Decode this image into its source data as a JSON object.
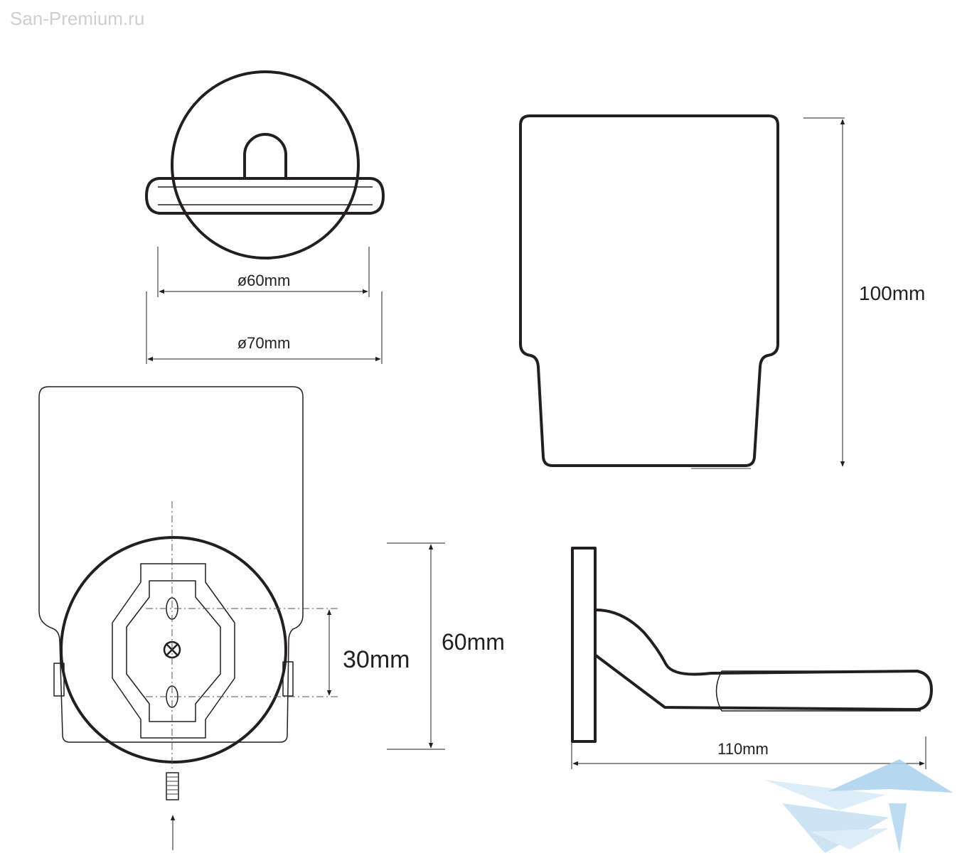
{
  "watermark": {
    "text": "San-Premium.ru",
    "color": "#cfcfcf"
  },
  "dimensions": {
    "inner_diameter": "ø60mm",
    "outer_diameter": "ø70mm",
    "height": "100mm",
    "hole_spacing": "30mm",
    "base_height": "60mm",
    "depth": "110mm"
  },
  "colors": {
    "line": "#231f20",
    "logo_light": "#d8ebf7",
    "logo_mid": "#a9d2ee"
  }
}
